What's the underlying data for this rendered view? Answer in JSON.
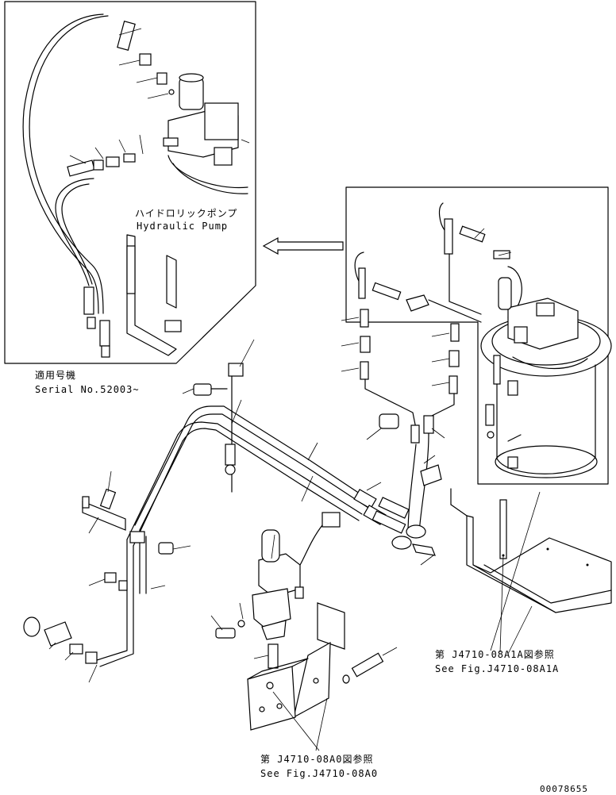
{
  "inset_top_left": {
    "label_ja": "ハイドロリックポンプ",
    "label_en": "Hydraulic Pump"
  },
  "serial": {
    "label_ja": "適用号機",
    "label_en": "Serial No.52003~"
  },
  "ref_right": {
    "label_ja": "第 J4710-08A1A図参照",
    "label_en": "See Fig.J4710-08A1A"
  },
  "ref_bottom": {
    "label_ja": "第 J4710-08A0図参照",
    "label_en": "See Fig.J4710-08A0"
  },
  "drawing_number": "00078655"
}
